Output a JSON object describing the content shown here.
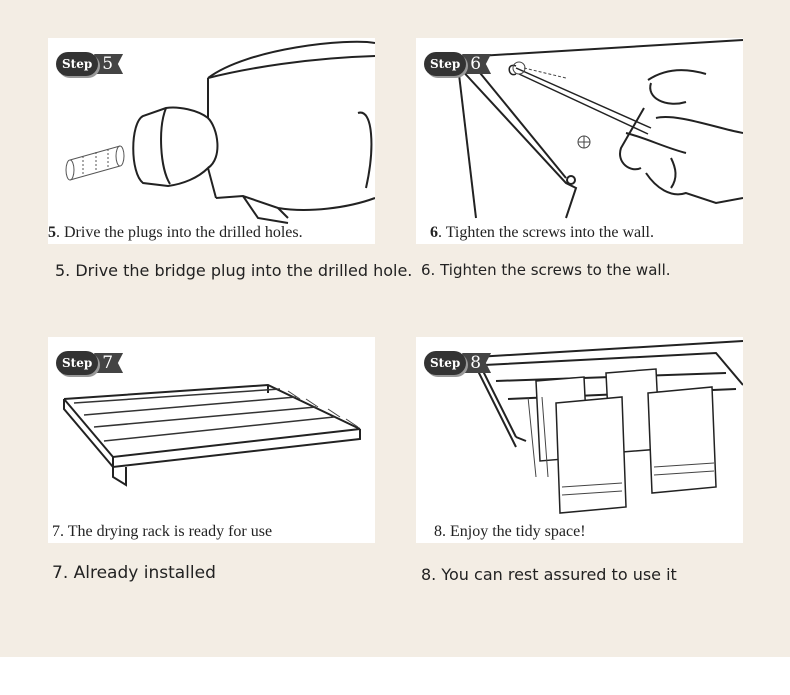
{
  "steps": [
    {
      "badge_word": "Step",
      "badge_num": "5",
      "panel_num": "5",
      "panel_caption": ". Drive the plugs into the drilled holes.",
      "description": "5. Drive the bridge plug into the drilled hole."
    },
    {
      "badge_word": "Step",
      "badge_num": "6",
      "panel_num": "6",
      "panel_caption": ". Tighten the screws into the wall.",
      "description": "6. Tighten the screws to the wall."
    },
    {
      "badge_word": "Step",
      "badge_num": "7",
      "panel_num": "",
      "panel_caption": "7. The drying rack is ready for use",
      "description": "7. Already installed"
    },
    {
      "badge_word": "Step",
      "badge_num": "8",
      "panel_num": "",
      "panel_caption": "8. Enjoy the tidy space!",
      "description": "8. You can rest assured to use it"
    }
  ],
  "colors": {
    "page_bg": "#f3ede4",
    "panel_bg": "#ffffff",
    "ink": "#222222"
  }
}
